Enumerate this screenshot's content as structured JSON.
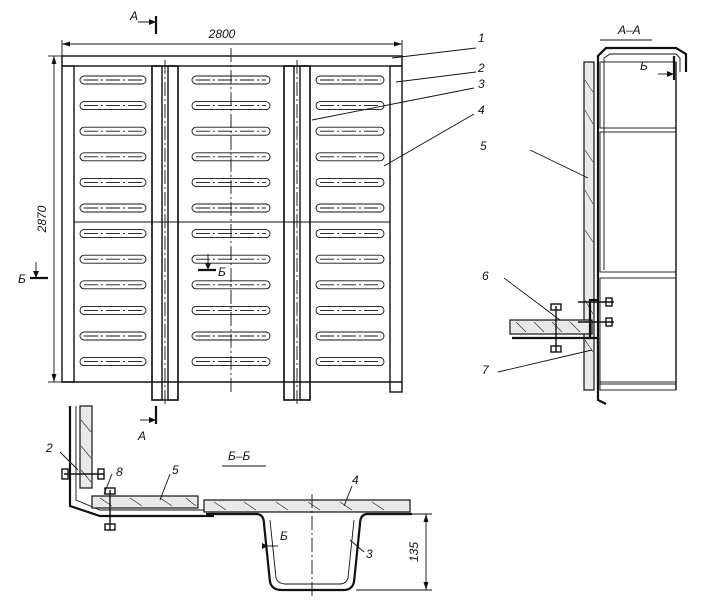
{
  "dimensions": {
    "width": "2800",
    "height": "2870",
    "channel_depth": "135"
  },
  "section_markers": {
    "a_top": "А",
    "a_bottom": "А",
    "b_left": "Б",
    "b_mid": "Б",
    "b_side": "Б",
    "b_detail": "Б"
  },
  "view_titles": {
    "section_aa": "А–А",
    "section_bb": "Б–Б"
  },
  "callouts": {
    "c1": "1",
    "c2": "2",
    "c3": "3",
    "c4": "4",
    "c5": "5",
    "c6": "6",
    "c7": "7",
    "d2": "2",
    "d8": "8",
    "d5": "5",
    "d4": "4",
    "d3": "3"
  }
}
